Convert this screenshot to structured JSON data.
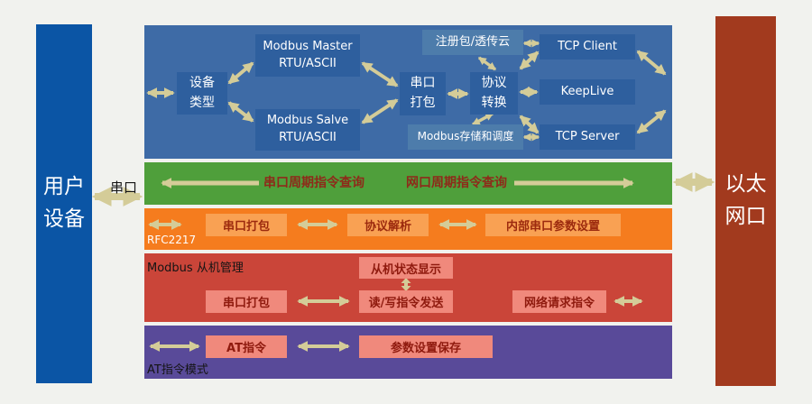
{
  "palette": {
    "background": "#f1f2ee",
    "user_device_block": "#0b55a5",
    "ethernet_block": "#a23a1e",
    "protocol_band": "#3e6ba6",
    "protocol_box": "#2e5f9e",
    "protocol_box_light": "#4d7cab",
    "polling_band": "#4f9f3b",
    "rfc2217_band": "#f57c1e",
    "rfc2217_box": "#f9a153",
    "modbus_slave_band": "#ca4539",
    "slave_box": "#f0897c",
    "at_band": "#594a99",
    "arrow": "#d4cc98",
    "dark_red_text": "#8e2a1a"
  },
  "endpoints": {
    "user_device": "用户设备",
    "ethernet_port": "以太网口",
    "serial_link": "串口"
  },
  "protocol_layer": {
    "device_type": "设备类型",
    "modbus_master": "Modbus Master RTU/ASCII",
    "modbus_slave": "Modbus Salve RTU/ASCII",
    "serial_packing": "串口打包",
    "protocol_convert": "协议转换",
    "register_cloud": "注册包/透传云",
    "modbus_storage": "Modbus存储和调度",
    "tcp_client": "TCP Client",
    "keeplive": "KeepLive",
    "tcp_server": "TCP Server"
  },
  "polling_layer": {
    "serial_poll": "串口周期指令查询",
    "net_poll": "网口周期指令查询"
  },
  "rfc2217_layer": {
    "serial_packing": "串口打包",
    "protocol_parse": "协议解析",
    "internal_params": "内部串口参数设置",
    "label": "RFC2217"
  },
  "modbus_slave_layer": {
    "label": "Modbus 从机管理",
    "slave_status": "从机状态显示",
    "serial_packing": "串口打包",
    "rw_command": "读/写指令发送",
    "net_request": "网络请求指令"
  },
  "at_layer": {
    "at_command": "AT指令",
    "param_save": "参数设置保存",
    "label": "AT指令模式"
  }
}
